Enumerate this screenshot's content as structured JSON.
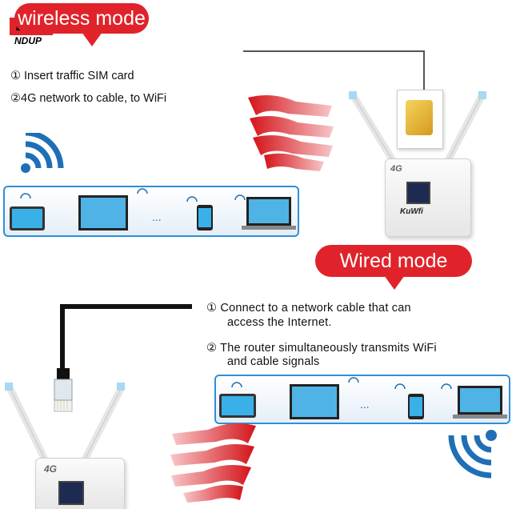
{
  "logo": {
    "text": "NDUP"
  },
  "wireless": {
    "banner": "wireless mode",
    "step1": "① Insert traffic SIM card",
    "step2": "②4G network to cable, to WiFi"
  },
  "wired": {
    "banner": "Wired mode",
    "step1_line1": "① Connect to a network cable that can",
    "step1_line2": "access the Internet.",
    "step2_line1": "② The router simultaneously transmits WiFi",
    "step2_line2": "and cable signals"
  },
  "router": {
    "brand": "KuWfi",
    "lte_label": "4G"
  },
  "strip": {
    "dots": "..."
  },
  "colors": {
    "accent": "#e0232a",
    "wifi_blue": "#1f6fb5",
    "strip_border": "#2f8fd8"
  }
}
